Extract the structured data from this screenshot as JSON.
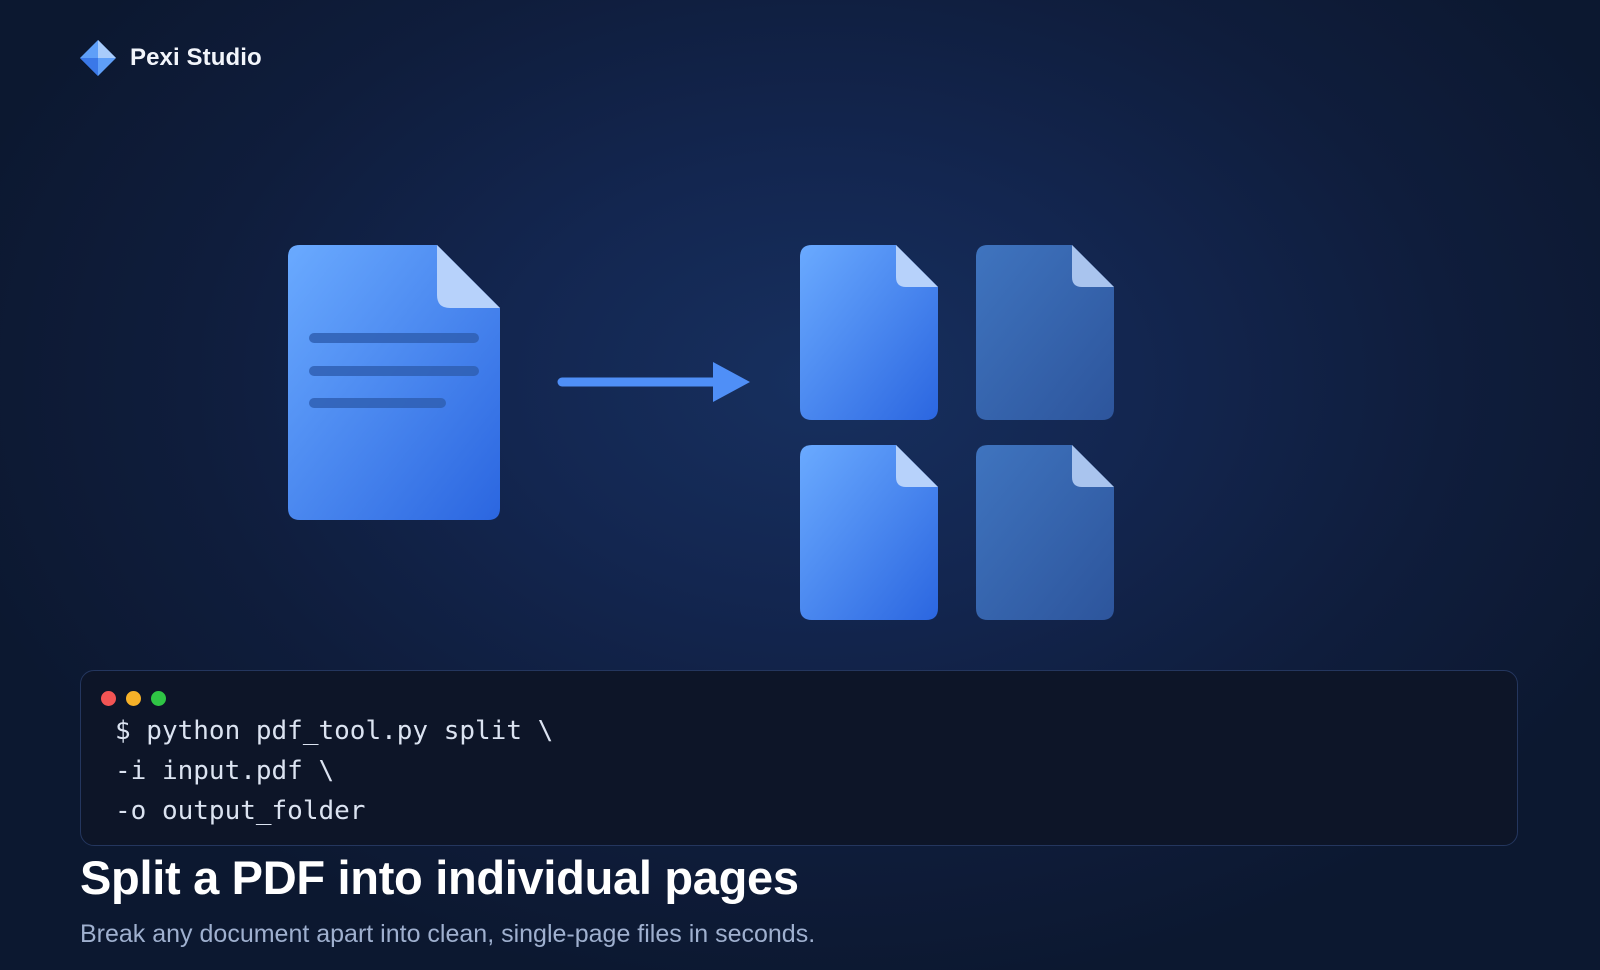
{
  "brand": {
    "name": "Pexi Studio",
    "logo_icon": "diamond-logo-icon"
  },
  "illustration": {
    "source_icon": "document-icon",
    "arrow_icon": "arrow-right-icon",
    "output_icon": "page-icon",
    "output_page_count": 4,
    "colors": {
      "accent": "#4f8ff7",
      "page_light": "#6aaaff",
      "page_dark": "#2b66e0",
      "page_muted": "#3766ad",
      "fold": "#b7d2fb"
    }
  },
  "terminal": {
    "window_controls": [
      "close-dot",
      "minimize-dot",
      "maximize-dot"
    ],
    "lines": [
      "$ python pdf_tool.py split \\",
      "-i input.pdf \\",
      "-o output_folder"
    ]
  },
  "headline": {
    "title": "Split a PDF into individual pages",
    "subtitle": "Break any document apart into clean, single-page files in seconds."
  }
}
